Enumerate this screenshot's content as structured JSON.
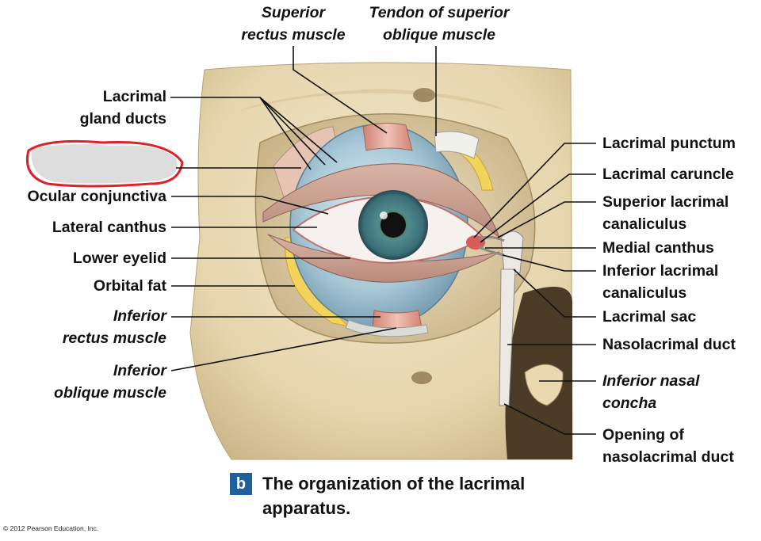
{
  "labels": {
    "superior_rectus": [
      "Superior",
      "rectus muscle"
    ],
    "tendon_superior_oblique": [
      "Tendon of superior",
      "oblique muscle"
    ],
    "lacrimal_gland_ducts": [
      "Lacrimal",
      "gland ducts"
    ],
    "ocular_conjunctiva": "Ocular conjunctiva",
    "lateral_canthus": "Lateral canthus",
    "lower_eyelid": "Lower eyelid",
    "orbital_fat": "Orbital fat",
    "inferior_rectus": [
      "Inferior",
      "rectus muscle"
    ],
    "inferior_oblique": [
      "Inferior",
      "oblique muscle"
    ],
    "lacrimal_punctum": "Lacrimal punctum",
    "lacrimal_caruncle": "Lacrimal caruncle",
    "superior_lacrimal_canaliculus": [
      "Superior lacrimal",
      "canaliculus"
    ],
    "medial_canthus": "Medial canthus",
    "inferior_lacrimal_canaliculus": [
      "Inferior lacrimal",
      "canaliculus"
    ],
    "lacrimal_sac": "Lacrimal sac",
    "nasolacrimal_duct": "Nasolacrimal duct",
    "inferior_nasal_concha": [
      "Inferior nasal",
      "concha"
    ],
    "opening_nasolacrimal_duct": [
      "Opening of",
      "nasolacrimal duct"
    ]
  },
  "caption": {
    "badge": "b",
    "lines": [
      "The organization of the lacrimal",
      "apparatus."
    ]
  },
  "copyright": "© 2012 Pearson Education, Inc.",
  "colors": {
    "bone": "#eadcb8",
    "sclera_globe": "#a9c9d8",
    "iris": "#4f8a8e",
    "muscle": "#e3a79a",
    "fat": "#f3d45a",
    "leader": "#111111",
    "redaction_outline": "#e0202a",
    "caption_badge": "#1f5f9c"
  },
  "icons": {
    "redacted_label": "hand-drawn-red-ellipse-scribble"
  }
}
